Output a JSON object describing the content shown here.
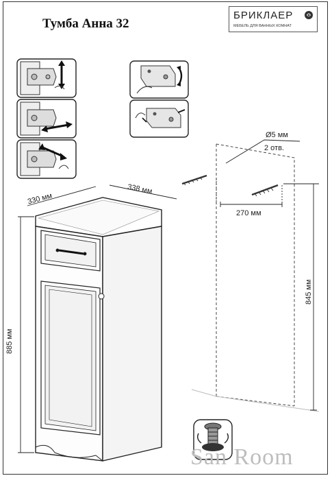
{
  "document": {
    "title": "Тумба Анна 32",
    "brand": {
      "name": "БРИКЛАЕР",
      "tagline": "МЕБЕЛЬ ДЛЯ ВАННЫХ КОМНАТ"
    },
    "dimensions": {
      "depth": "330 мм",
      "width": "338 мм",
      "height": "885 мм",
      "hole_diameter": "Ø5 мм",
      "hole_count": "2 отв.",
      "hole_spacing": "270 мм",
      "mount_height": "845 мм"
    },
    "watermark": "San Room",
    "icons": {
      "hinge_steps": [
        "hinge-adjust-vertical-icon",
        "hinge-adjust-horizontal-icon",
        "hinge-adjust-depth-icon"
      ],
      "mount_steps": [
        "hanger-bracket-adjust-icon",
        "hanger-bracket-screw-icon"
      ],
      "foot": "adjustable-foot-icon"
    }
  }
}
